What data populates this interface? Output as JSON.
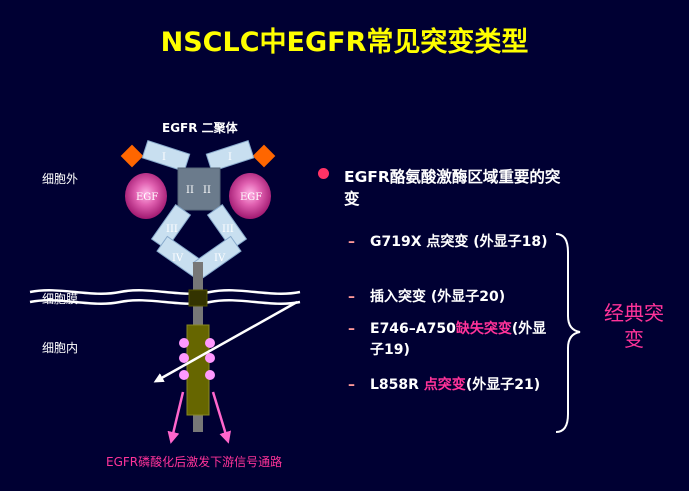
{
  "title": "NSCLC中EGFR常见突变类型",
  "diagram": {
    "dimer_label": "EGFR 二聚体",
    "extracellular_label": "细胞外",
    "membrane_label": "细胞膜",
    "intracellular_label": "细胞内",
    "domain_I": "I",
    "domain_II": "II",
    "domain_III": "III",
    "domain_IV": "IV",
    "egf_label": "EGF",
    "signal_caption": "EGFR磷酸化后激发下游信号通路"
  },
  "main_point": "EGFR酪氨酸激酶区域重要的突变",
  "mutations": [
    {
      "dash": "–",
      "prefix": "G719X 点突变 (外显子18)",
      "highlight": "",
      "suffix": ""
    },
    {
      "dash": "–",
      "prefix": "插入突变 (外显子20)",
      "highlight": "",
      "suffix": ""
    },
    {
      "dash": "–",
      "prefix": "E746–A750",
      "highlight": "缺失突变",
      "suffix": "(外显子19)"
    },
    {
      "dash": "–",
      "prefix": "L858R ",
      "highlight": "点突变",
      "suffix": "(外显子21)"
    }
  ],
  "classic_label": "经典突变",
  "colors": {
    "background": "#000033",
    "title": "#ffff00",
    "highlight": "#ff3399",
    "egf": "#cc3399",
    "domain": "#c8dff0",
    "receptor_stalk": "#777777",
    "kinase": "#666600",
    "orange_cap": "#ff6600"
  }
}
